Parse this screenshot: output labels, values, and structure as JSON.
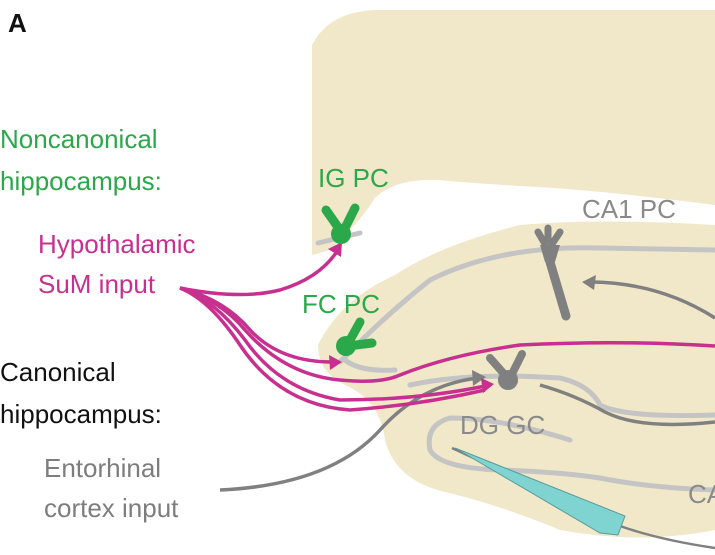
{
  "panel": {
    "letter": "A"
  },
  "labels": {
    "noncanonical_line1": "Noncanonical",
    "noncanonical_line2": "hippocampus:",
    "hypothalamic_line1": "Hypothalamic",
    "hypothalamic_line2": "SuM input",
    "canonical_line1": "Canonical",
    "canonical_line2": "hippocampus:",
    "entorhinal_line1": "Entorhinal",
    "entorhinal_line2": "cortex input",
    "ig_pc": "IG PC",
    "fc_pc": "FC PC",
    "ca1_pc": "CA1 PC",
    "dg_gc": "DG GC",
    "ca_partial": "CA"
  },
  "colors": {
    "noncanonical": "#2aa84a",
    "hypothalamic": "#c7308f",
    "canonical": "#111111",
    "entorhinal": "#7d7d7d",
    "tissue": "#f1e8c9",
    "layer_line": "#c4c4c4",
    "neuron_gray": "#808080",
    "electrode": "#7fd3d1"
  }
}
